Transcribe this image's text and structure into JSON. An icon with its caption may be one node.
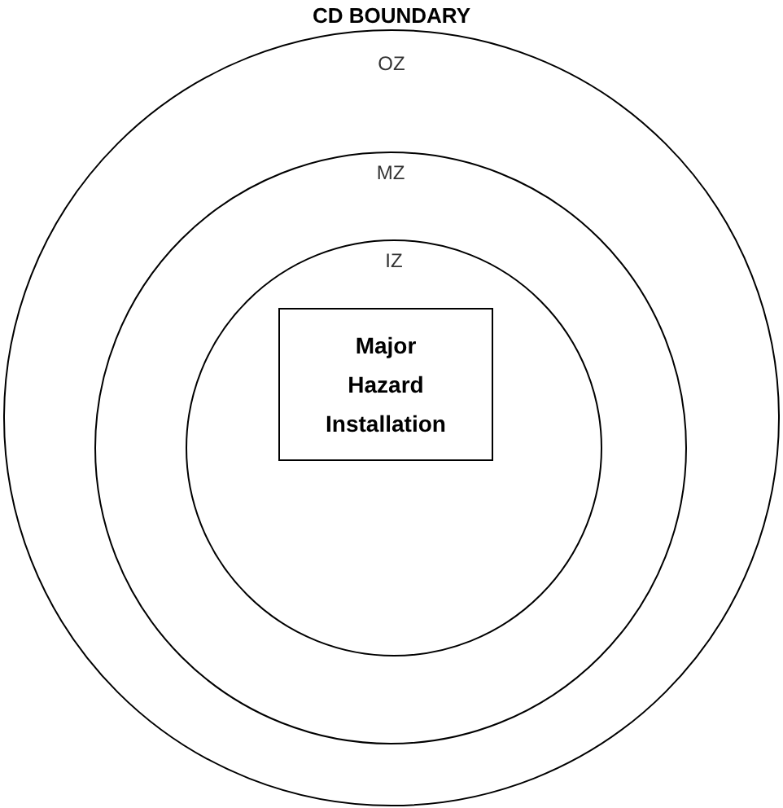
{
  "diagram": {
    "nodes": [
      {
        "text": [
          "CD BOUNDARY",
          "OZ"
        ]
      },
      {
        "text": [
          "MZ"
        ],
        "in": 0
      },
      {
        "text": [
          "IZ"
        ],
        "in": 1
      },
      {
        "text": [
          "Major Hazard Installation"
        ],
        "in": 2
      }
    ]
  }
}
